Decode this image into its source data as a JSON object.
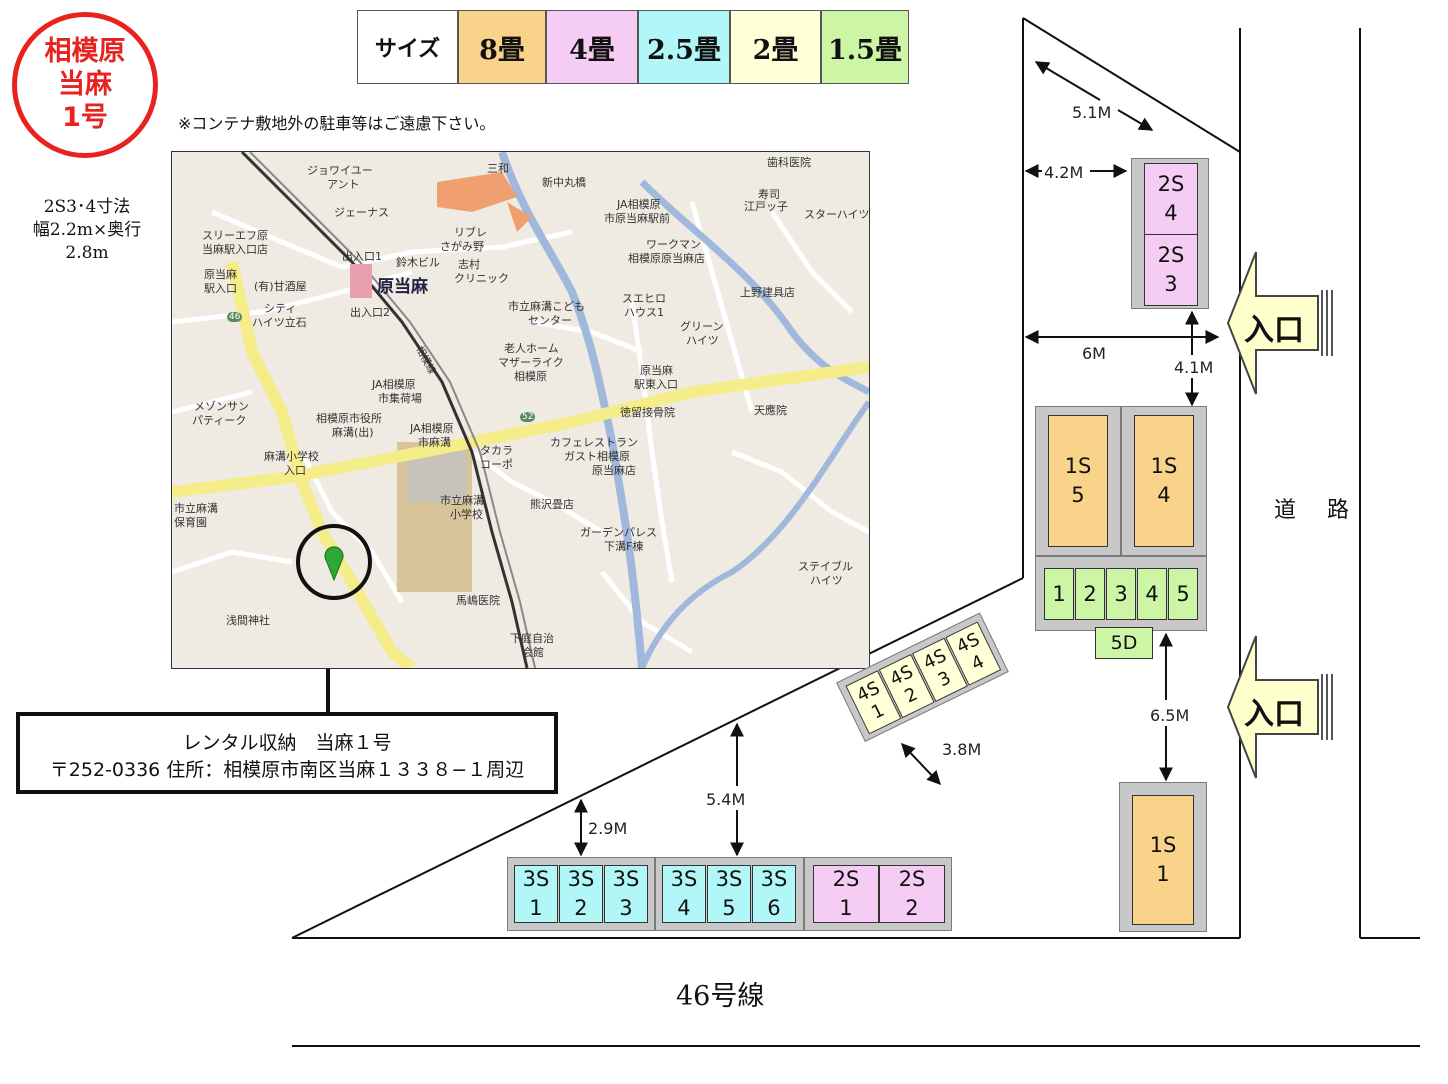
{
  "badge": {
    "lines": [
      "相模原",
      "当麻",
      "1号"
    ],
    "color": "#e8231f"
  },
  "legend": {
    "label": "サイズ",
    "sizes": [
      {
        "text": "8畳",
        "color": "#fad38a"
      },
      {
        "text": "4畳",
        "color": "#f5ccf3"
      },
      {
        "text": "2.5畳",
        "color": "#b2f7f8"
      },
      {
        "text": "2畳",
        "color": "#ffffd8"
      },
      {
        "text": "1.5畳",
        "color": "#ccf5a6"
      }
    ]
  },
  "note": "※コンテナ敷地外の駐車等はご遠慮下さい。",
  "dimensions": {
    "line1": "2S3･4寸法",
    "line2": "幅2.2m×奥行",
    "line3": "2.8m"
  },
  "address": {
    "line1": "レンタル収納　当麻１号",
    "line2": "〒252-0336 住所：相模原市南区当麻１３３８−１周辺"
  },
  "map": {
    "station": "原当麻",
    "labels": {
      "l1": "ジョワイユー",
      "l2": "アント",
      "l3": "三和",
      "l4": "新中丸橋",
      "l5": "歯科医院",
      "l6": "ジェーナス",
      "l7": "JA相模原",
      "l8": "市原当麻駅前",
      "l9": "寿司",
      "l10": "江戸ッ子",
      "l11": "スターハイツ",
      "l12": "スリーエフ原",
      "l13": "当麻駅入口店",
      "l14": "リブレ",
      "l15": "さがみ野",
      "l16": "ワークマン",
      "l17": "相模原原当麻店",
      "l18": "出入口1",
      "l19": "鈴木ビル",
      "l20": "志村",
      "l21": "クリニック",
      "l22": "原当麻",
      "l23": "駅入口",
      "l24": "(有)甘酒屋",
      "l25": "上野建具店",
      "l26": "シティ",
      "l27": "ハイツ立石",
      "l28": "出入口2",
      "l29": "市立麻溝こども",
      "l30": "センター",
      "l31": "スエヒロ",
      "l32": "ハウス1",
      "l33": "グリーン",
      "l34": "ハイツ",
      "l35": "老人ホーム",
      "l36": "マザーライク",
      "l37": "相模原",
      "l38": "原当麻",
      "l39": "駅東入口",
      "l40": "JA相模原",
      "l41": "市集荷場",
      "l42": "メゾンサン",
      "l43": "パティーク",
      "l44": "相模原市役所",
      "l45": "麻溝(出)",
      "l46": "JA相模原",
      "l47": "市麻溝",
      "l48": "徳留接骨院",
      "l49": "天應院",
      "l50": "タカラ",
      "l51": "コーポ",
      "l52": "カフェレストラン",
      "l53": "ガスト相模原",
      "l54": "原当麻店",
      "l55": "麻溝小学校",
      "l56": "入口",
      "l57": "市立麻溝",
      "l58": "保育園",
      "l59": "市立麻溝",
      "l60": "小学校",
      "l61": "熊沢畳店",
      "l62": "ガーデンパレス",
      "l63": "下溝F棟",
      "l64": "ステイブル",
      "l65": "ハイツ",
      "l66": "浅間神社",
      "l67": "馬嶋医院",
      "l68": "下庭自治",
      "l69": "会館",
      "l70": "46",
      "l71": "52",
      "l72": "相模線"
    }
  },
  "site": {
    "road": "道 路",
    "route": "46号線",
    "entrance_top": "入口",
    "entrance_bottom": "入口",
    "units": {
      "u2s4": "2S\n4",
      "u2s3": "2S\n3",
      "u1s5": "1S\n5",
      "u1s4": "1S\n4",
      "s1": "1",
      "s2": "2",
      "s3": "3",
      "s4": "4",
      "s5": "5",
      "u5d": "5D",
      "u4s1": "4S\n1",
      "u4s2": "4S\n2",
      "u4s3": "4S\n3",
      "u4s4": "4S\n4",
      "u1s1": "1S\n1",
      "u3s1": "3S\n1",
      "u3s2": "3S\n2",
      "u3s3": "3S\n3",
      "u3s4": "3S\n4",
      "u3s5": "3S\n5",
      "u3s6": "3S\n6",
      "u2s1": "2S\n1",
      "u2s2": "2S\n2"
    },
    "measures": {
      "m51": "5.1M",
      "m42": "4.2M",
      "m6": "6M",
      "m41": "4.1M",
      "m65": "6.5M",
      "m38": "3.8M",
      "m54": "5.4M",
      "m29": "2.9M"
    }
  }
}
